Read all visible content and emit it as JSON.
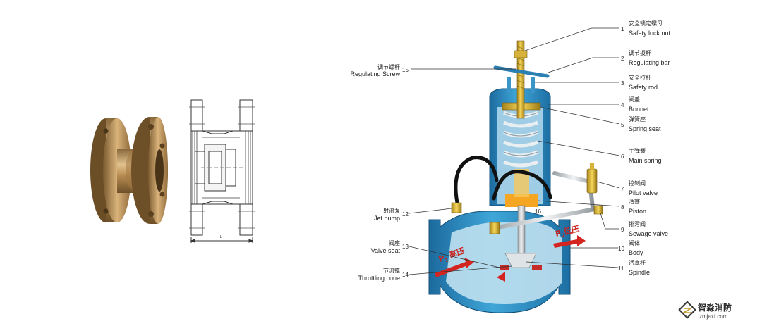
{
  "drawing": {
    "dimension_label": "L"
  },
  "callouts": [
    {
      "num": "1",
      "cn": "安全锁定螺母",
      "en": "Safety lock nut"
    },
    {
      "num": "2",
      "cn": "调节扳杆",
      "en": "Regulating bar"
    },
    {
      "num": "3",
      "cn": "安全拉杆",
      "en": "Safety rod"
    },
    {
      "num": "4",
      "cn": "阀盖",
      "en": "Bonnet"
    },
    {
      "num": "5",
      "cn": "弹簧座",
      "en": "Spring seat"
    },
    {
      "num": "6",
      "cn": "主弹簧",
      "en": "Main spring"
    },
    {
      "num": "7",
      "cn": "控制阀",
      "en": "Pilot valve"
    },
    {
      "num": "8",
      "cn": "活塞",
      "en": "Piston"
    },
    {
      "num": "9",
      "cn": "排污阀",
      "en": "Sewage valve"
    },
    {
      "num": "10",
      "cn": "阀体",
      "en": "Body"
    },
    {
      "num": "11",
      "cn": "活塞杆",
      "en": "Spindle"
    },
    {
      "num": "12",
      "cn": "射流泵",
      "en": "Jet pump"
    },
    {
      "num": "13",
      "cn": "阀座",
      "en": "Valve seat"
    },
    {
      "num": "14",
      "cn": "节流锥",
      "en": "Throttling cone"
    },
    {
      "num": "15",
      "cn": "调节螺杆",
      "en": "Regulating Screw"
    }
  ],
  "pressure": {
    "p1": "P",
    "p1_sub": "1",
    "high": "高压",
    "p2": "P",
    "p2_sub": "2",
    "low": "低压",
    "inner_num": "16"
  },
  "logo": {
    "cn": "智淼消防",
    "en": "zmjaxf.com"
  }
}
